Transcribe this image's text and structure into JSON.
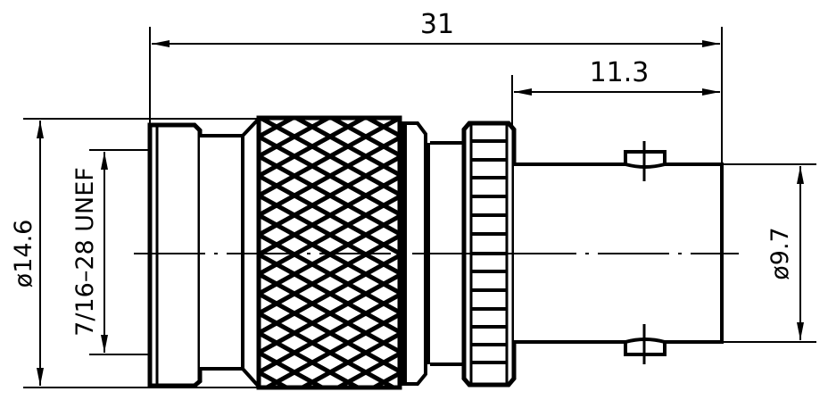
{
  "drawing": {
    "title": "BNC to TNC adapter technical drawing",
    "line_color": "#000000",
    "background_color": "#ffffff",
    "dimensions": {
      "overall_length": "31",
      "bnc_barrel_length": "11.3",
      "outer_diameter": "ø14.6",
      "thread_spec": "7/16–28 UNEF",
      "bnc_diameter": "ø9.7"
    }
  }
}
